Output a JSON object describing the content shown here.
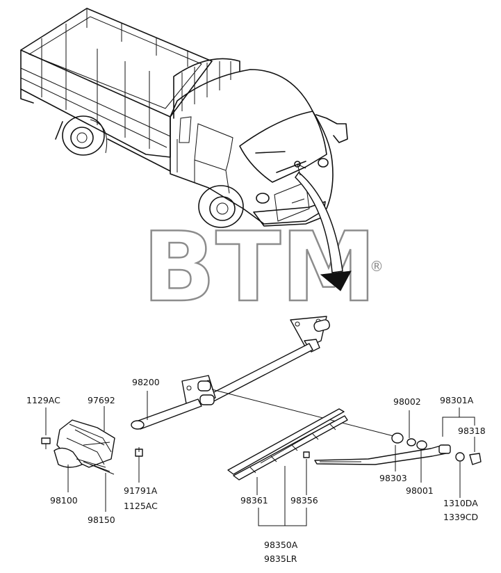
{
  "watermark": {
    "text": "BTM",
    "registered_mark": "®"
  },
  "callouts": {
    "c_1129AC": "1129AC",
    "c_97692": "97692",
    "c_98200": "98200",
    "c_98100": "98100",
    "c_98150": "98150",
    "c_91791A": "91791A",
    "c_1125AC": "1125AC",
    "c_98361": "98361",
    "c_98356": "98356",
    "c_98350A": "98350A",
    "c_9835LR": "9835LR",
    "c_98002": "98002",
    "c_98301A": "98301A",
    "c_98318": "98318",
    "c_98303": "98303",
    "c_98001": "98001",
    "c_1310DA": "1310DA",
    "c_1339CD": "1339CD"
  }
}
